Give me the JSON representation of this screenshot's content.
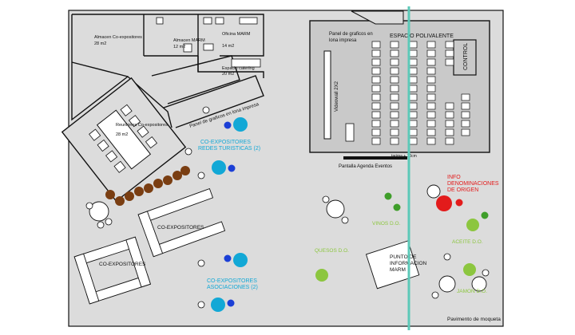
{
  "rooms": {
    "almacen_coexpositores": {
      "name": "Almacen Co-expositores",
      "area": "28 m2"
    },
    "almacen_marm": {
      "name": "Almacen MARM",
      "area": "12 m2"
    },
    "oficina_marm": {
      "name": "Oficina MARM",
      "area": "14 m2"
    },
    "espacio_catering": {
      "name": "Espacio catering",
      "area": "20 m2"
    },
    "reuniones": {
      "name": "Reuniones Co-expositores",
      "area": "28 m2"
    }
  },
  "panels": {
    "left_panel": "Panel de graficos en lona impresa",
    "hall_panel_line1": "Panel de graficos en",
    "hall_panel_line2": "lona impresa"
  },
  "hall": {
    "title": "ESPACIO POLIVALENTE",
    "videowall": "Videowall 2X2",
    "control": "CONTROL",
    "tarima": "tarima + 10cm",
    "pantalla": "Pantalla Agenda Eventos"
  },
  "zones": {
    "redes_line1": "CO-EXPOSITORES",
    "redes_line2": "REDES TURISTICAS (2)",
    "asoc_line1": "CO-EXPOSITORES",
    "asoc_line2": "ASOCIACIONES (2)",
    "coexp_mid": "CO-EXPOSITORES",
    "coexp_left": "CO-EXPOSITORES",
    "info_line1": "INFO",
    "info_line2": "DENOMINACIONES",
    "info_line3": "DE ORIGEN",
    "vinos": "VINOS D.O.",
    "quesos": "QUESOS D.O.",
    "aceite": "ACEITE D.O.",
    "jamon": "JAMON D.O.",
    "punto_line1": "PUNTO DE",
    "punto_line2": "INFORMACION",
    "punto_line3": "MARM"
  },
  "floor_note": "Pavimento de moqueta",
  "colors": {
    "cyan": "#12a8d6",
    "blue": "#1b3fd6",
    "red": "#e31b1b",
    "green": "#8cc63f",
    "dark_green": "#3f9e2a",
    "wood": "#7a3e12",
    "floor": "#dcdcdc",
    "hall": "#c9c9c9",
    "divider": "#5cc9b8"
  }
}
